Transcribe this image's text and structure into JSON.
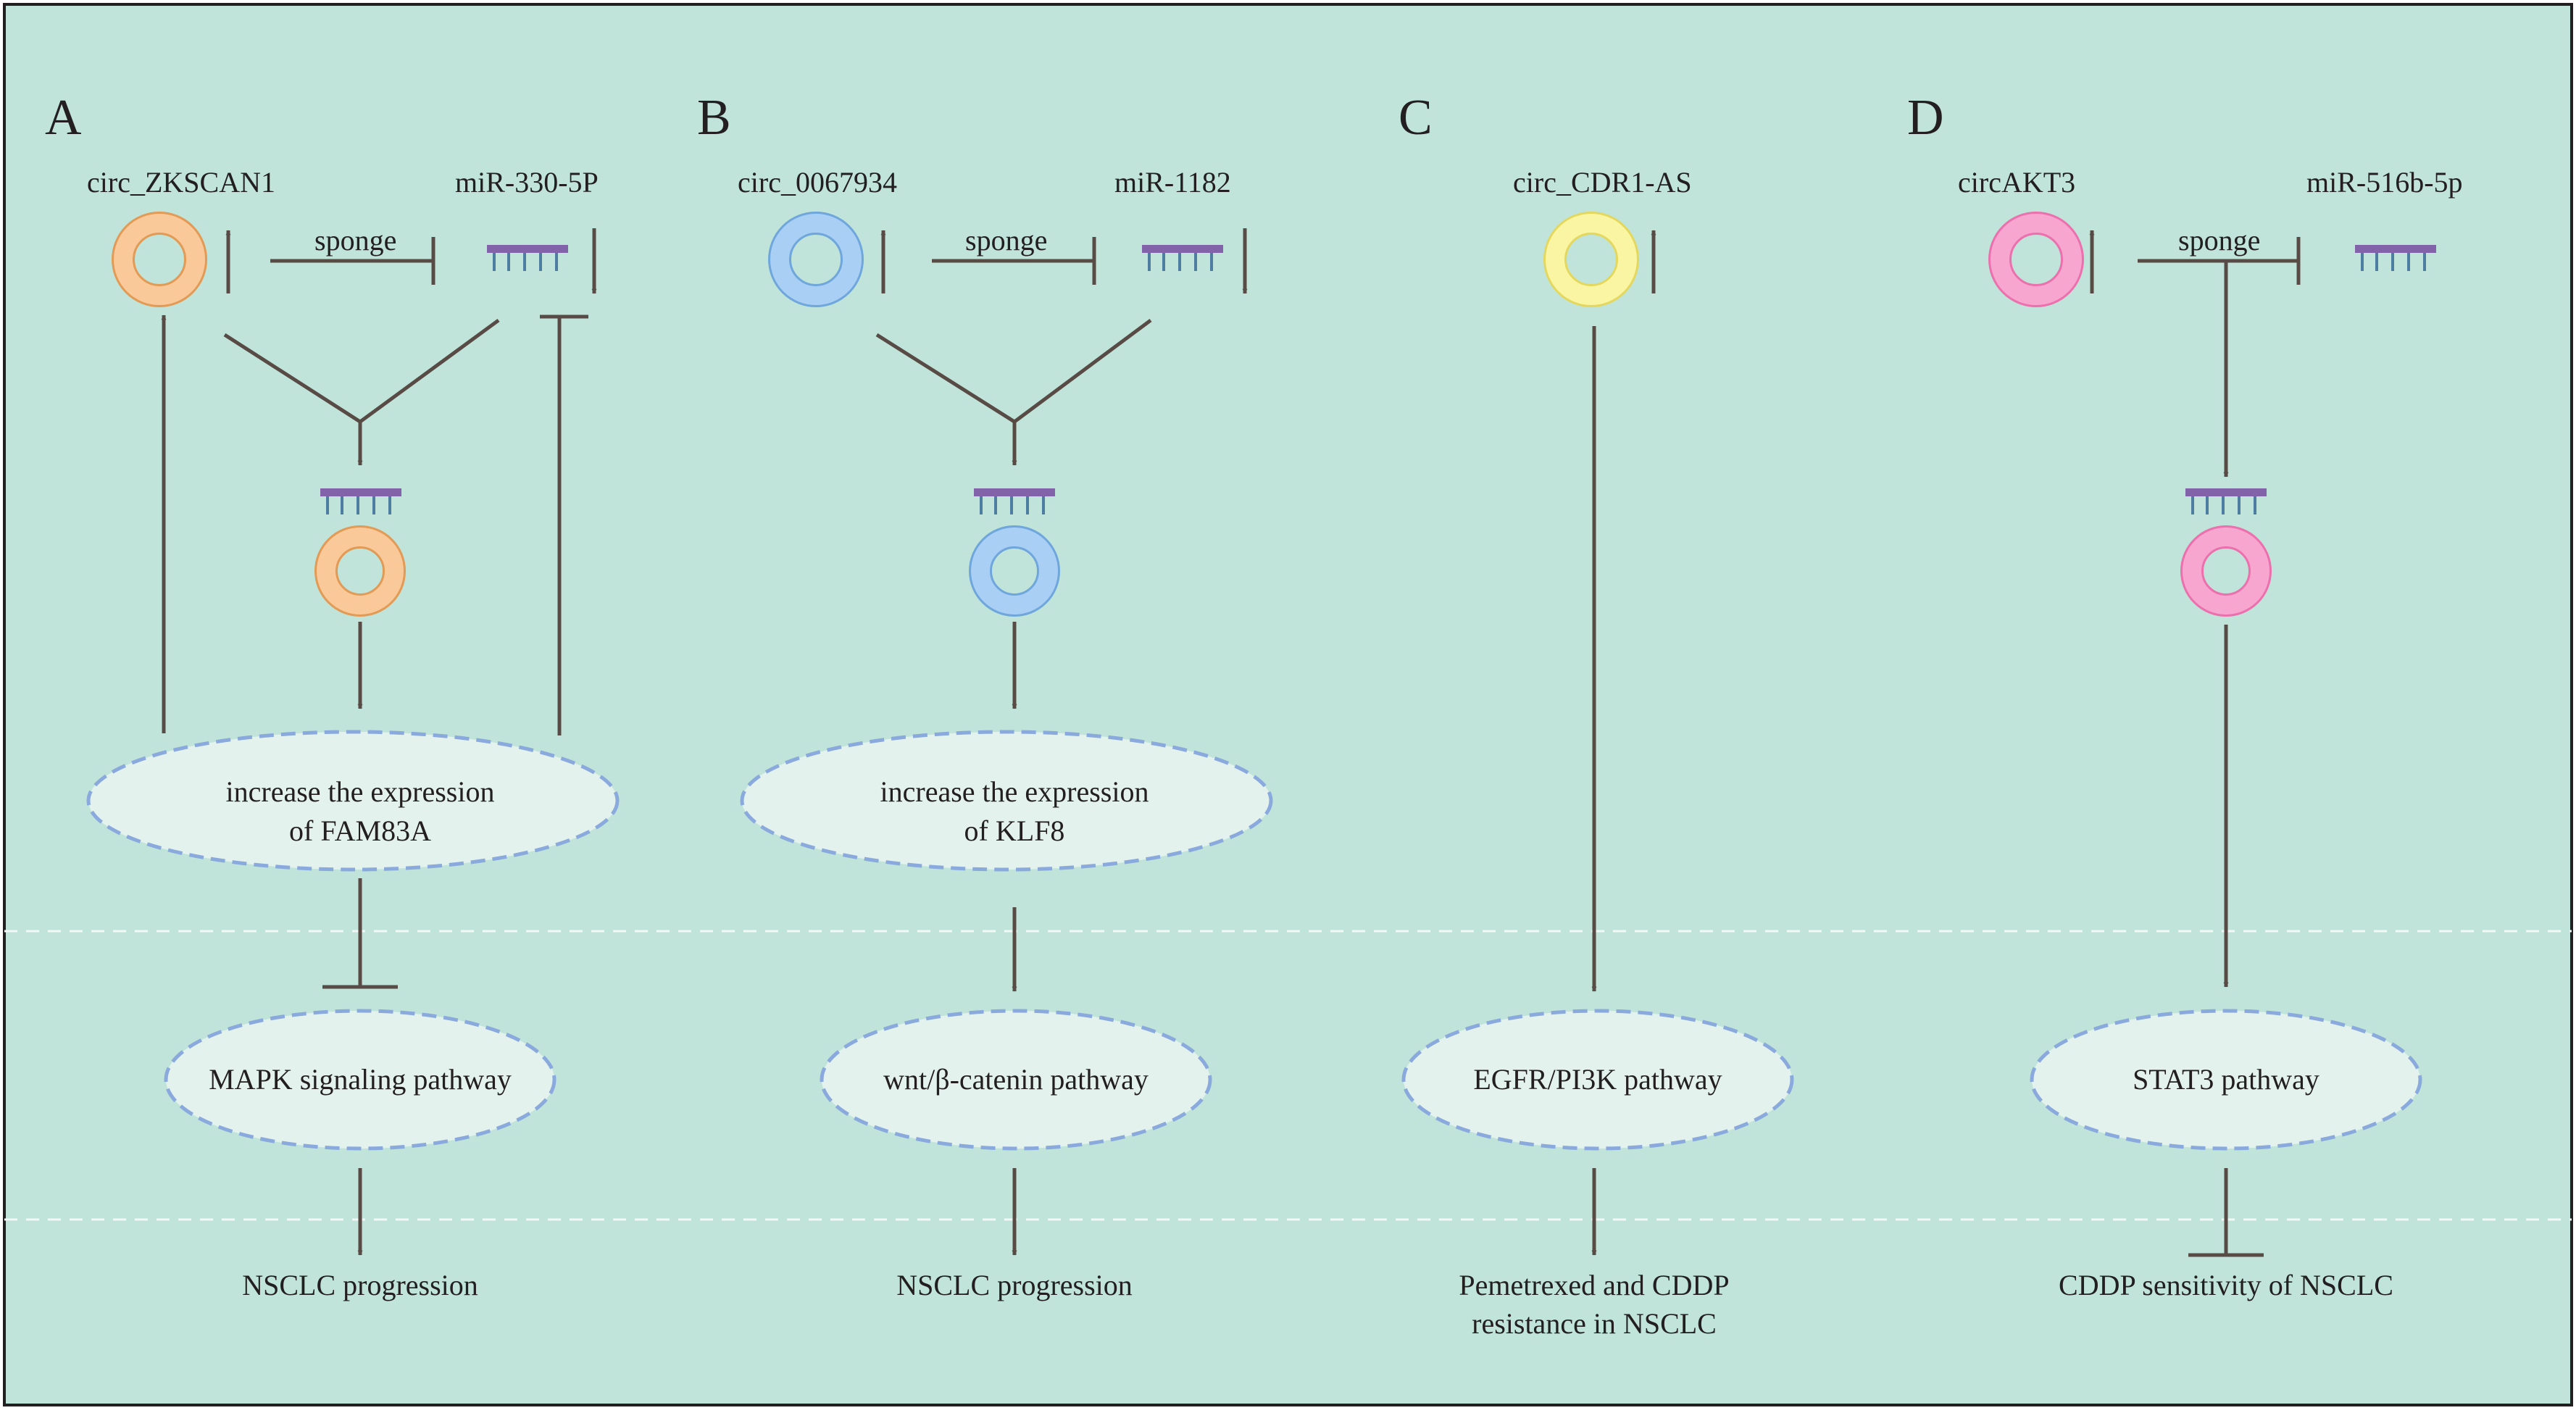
{
  "colors": {
    "background": "#c0e4da",
    "line": "#584b45",
    "ellipse_fill": "#e4f2ee",
    "ellipse_stroke": "#8aa9dd",
    "mirna": "#8262a8",
    "mirna_teeth": "#4d7da0",
    "circ_orange": "#f9c99a",
    "circ_blue": "#a9cff4",
    "circ_yellow": "#faf5a2",
    "circ_pink": "#f7a7cf"
  },
  "panels": [
    {
      "letter": "A",
      "circ_label": "circ_ZKSCAN1",
      "mirna_label": "miR-330-5P",
      "sponge_label": "sponge",
      "target_label": [
        "increase the expression",
        "of FAM83A"
      ],
      "pathway_label": "MAPK signaling pathway",
      "outcome_label": [
        "NSCLC progression"
      ],
      "circ_color": "orange"
    },
    {
      "letter": "B",
      "circ_label": "circ_0067934",
      "mirna_label": "miR-1182",
      "sponge_label": "sponge",
      "target_label": [
        "increase the expression",
        "of KLF8"
      ],
      "pathway_label": "wnt/β-catenin pathway",
      "outcome_label": [
        "NSCLC progression"
      ],
      "circ_color": "blue"
    },
    {
      "letter": "C",
      "circ_label": "circ_CDR1-AS",
      "pathway_label": "EGFR/PI3K pathway",
      "outcome_label": [
        "Pemetrexed and CDDP",
        "resistance in NSCLC"
      ],
      "circ_color": "yellow"
    },
    {
      "letter": "D",
      "circ_label": "circAKT3",
      "mirna_label": "miR-516b-5p",
      "sponge_label": "sponge",
      "pathway_label": "STAT3 pathway",
      "outcome_label": [
        "CDDP sensitivity of NSCLC"
      ],
      "circ_color": "pink"
    }
  ]
}
